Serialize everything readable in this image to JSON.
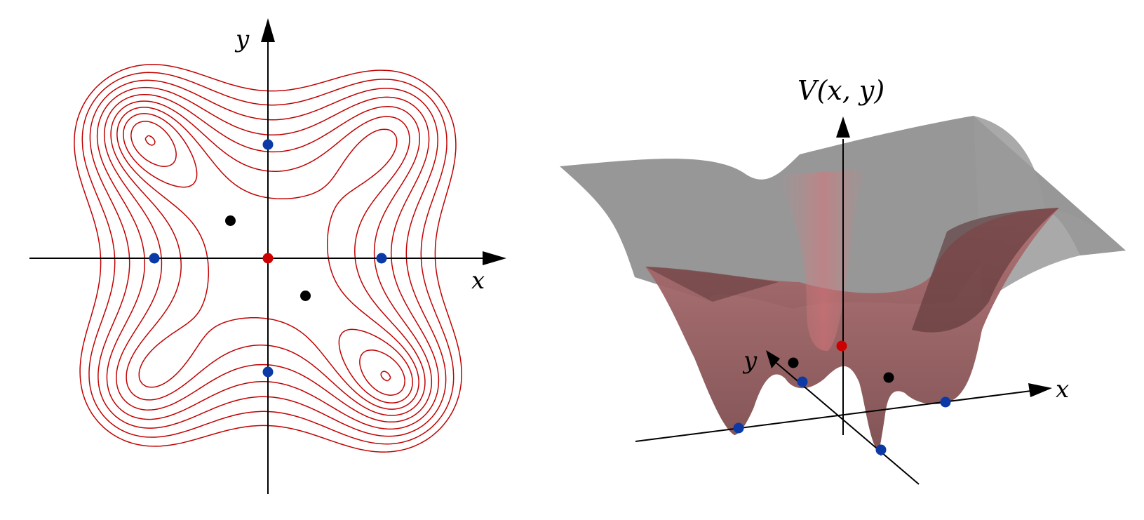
{
  "contour_panel": {
    "x_axis_label": "x",
    "y_axis_label": "y"
  },
  "surface_panel": {
    "z_axis_label": "V(x, y)",
    "x_axis_label": "x",
    "y_axis_label": "y"
  },
  "colors": {
    "contour": "#c00000",
    "minimum": "#0b3aa6",
    "saddle": "#000000",
    "maximum": "#cc0000",
    "surface_plateau": "#8f8f8f",
    "surface_well": "#a85a5e"
  },
  "stationary_points": [
    {
      "kind": "minimum",
      "x": -1.0,
      "y": 0.0
    },
    {
      "kind": "minimum",
      "x": 1.0,
      "y": 0.0
    },
    {
      "kind": "minimum",
      "x": 0.0,
      "y": 1.0
    },
    {
      "kind": "minimum",
      "x": 0.0,
      "y": -1.0
    },
    {
      "kind": "saddle",
      "x": -0.33,
      "y": 0.33
    },
    {
      "kind": "saddle",
      "x": 0.33,
      "y": -0.33
    },
    {
      "kind": "maximum",
      "x": 0.0,
      "y": 0.0
    }
  ]
}
